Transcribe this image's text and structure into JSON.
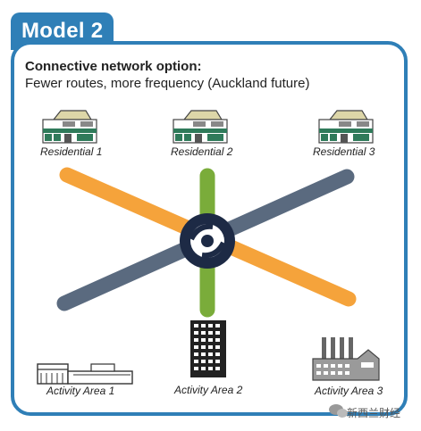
{
  "title": "Model 2",
  "heading": "Connective network option:",
  "subheading": "Fewer routes, more frequency (Auckland future)",
  "nodes": {
    "residential_1": "Residential 1",
    "residential_2": "Residential 2",
    "residential_3": "Residential 3",
    "activity_1": "Activity Area 1",
    "activity_2": "Activity Area 2",
    "activity_3": "Activity Area 3"
  },
  "watermark": "新西兰财经",
  "colors": {
    "frame": "#2f7fb7",
    "route_orange": "#f5a33b",
    "route_slate": "#5a6a7f",
    "route_green": "#7aac3a",
    "hub": "#1d2a45"
  },
  "icons": [
    "house-icon",
    "office-building-icon",
    "warehouse-icon",
    "factory-icon",
    "hub-icon",
    "wechat-icon"
  ]
}
